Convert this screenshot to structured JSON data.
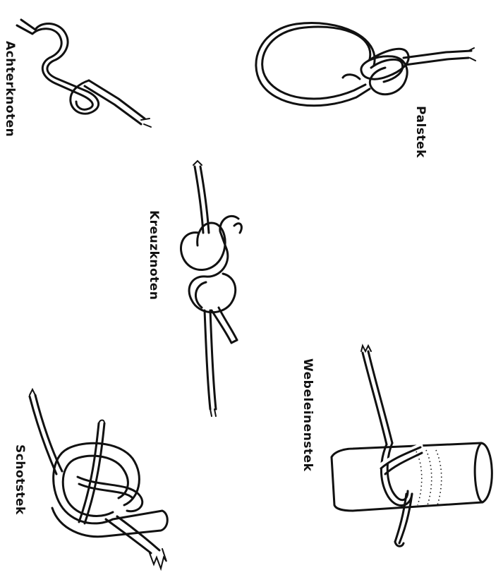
{
  "labels": {
    "achterknoten": "Achterknoten",
    "palstek": "Palstek",
    "kreuzknoten": "Kreuzknoten",
    "webeleinenstek": "Webeleinenstek",
    "schotstek": "Schotstek"
  },
  "colors": {
    "ink": "#111111",
    "background": "#ffffff"
  }
}
